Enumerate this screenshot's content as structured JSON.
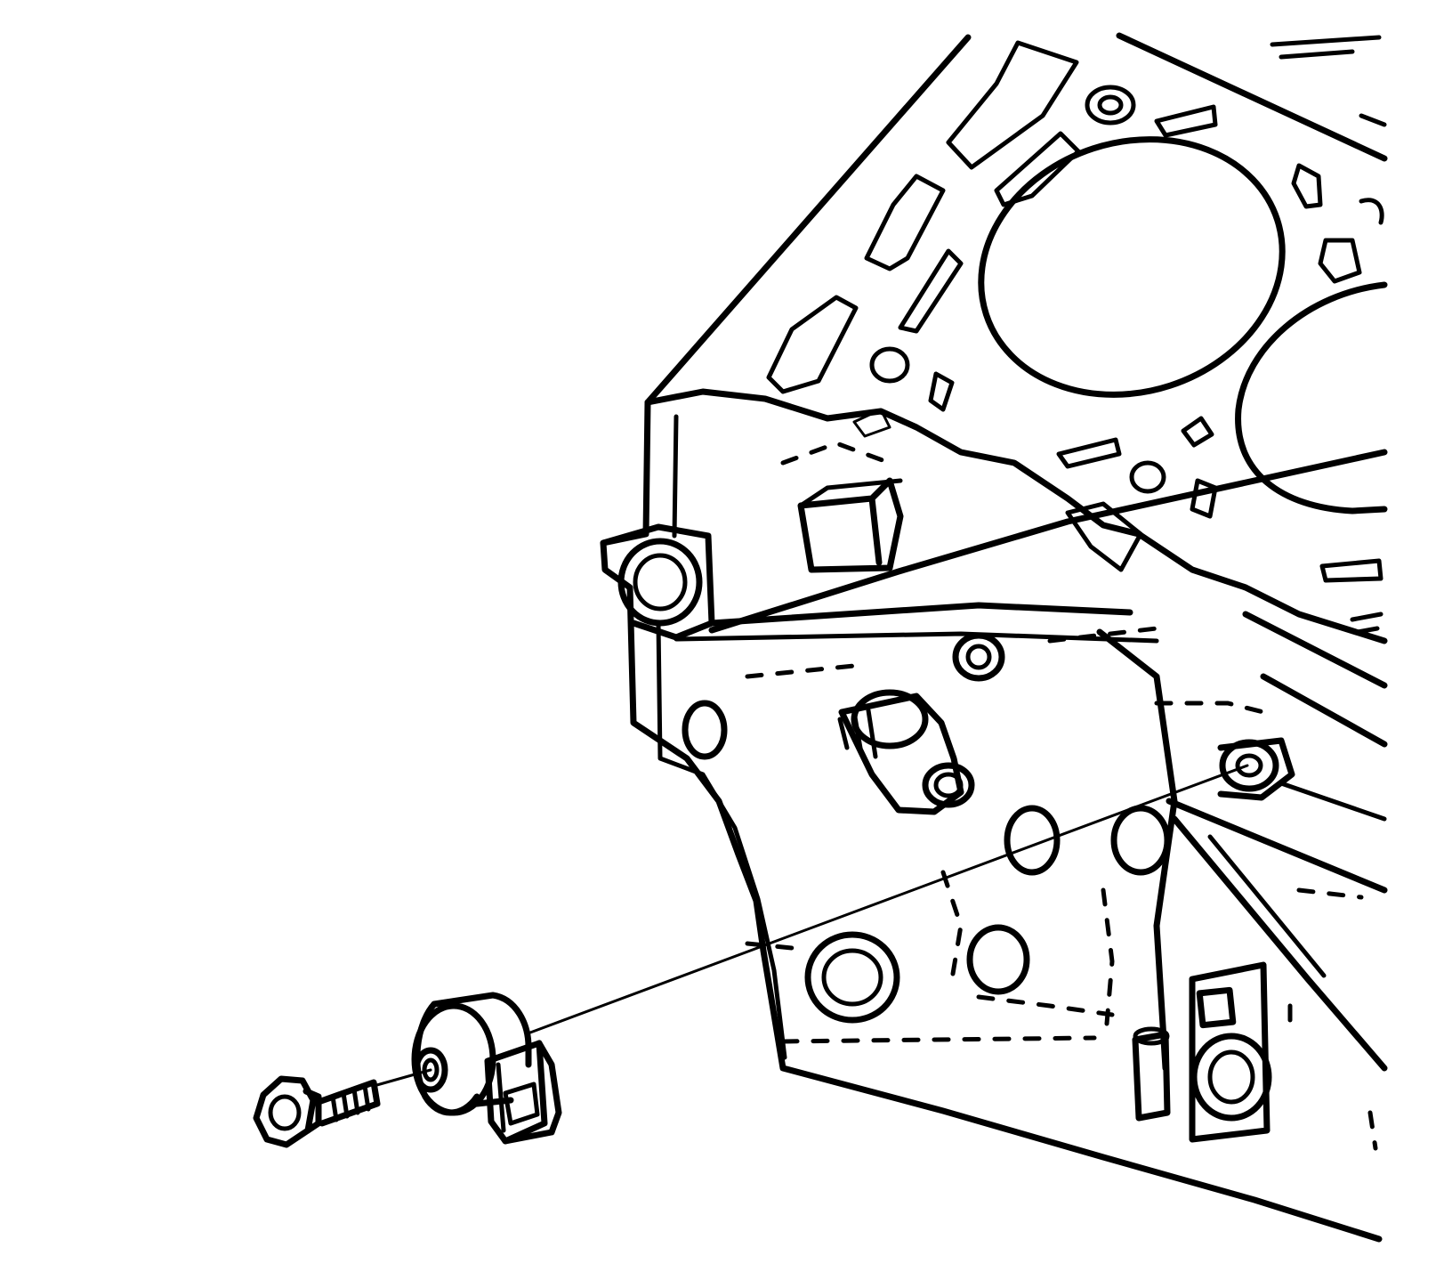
{
  "diagram": {
    "type": "exploded-assembly-line-drawing",
    "line_color": "#000000",
    "background_color": "#ffffff",
    "parts": [
      {
        "id": "engine-block",
        "icon": "engine-block-icon"
      },
      {
        "id": "knock-sensor",
        "icon": "knock-sensor-icon"
      },
      {
        "id": "sensor-bolt",
        "icon": "bolt-icon"
      }
    ],
    "relations": [
      {
        "from": "sensor-bolt",
        "to": "knock-sensor",
        "style": "alignment-line"
      },
      {
        "from": "knock-sensor",
        "to": "engine-block",
        "style": "alignment-line"
      }
    ]
  }
}
